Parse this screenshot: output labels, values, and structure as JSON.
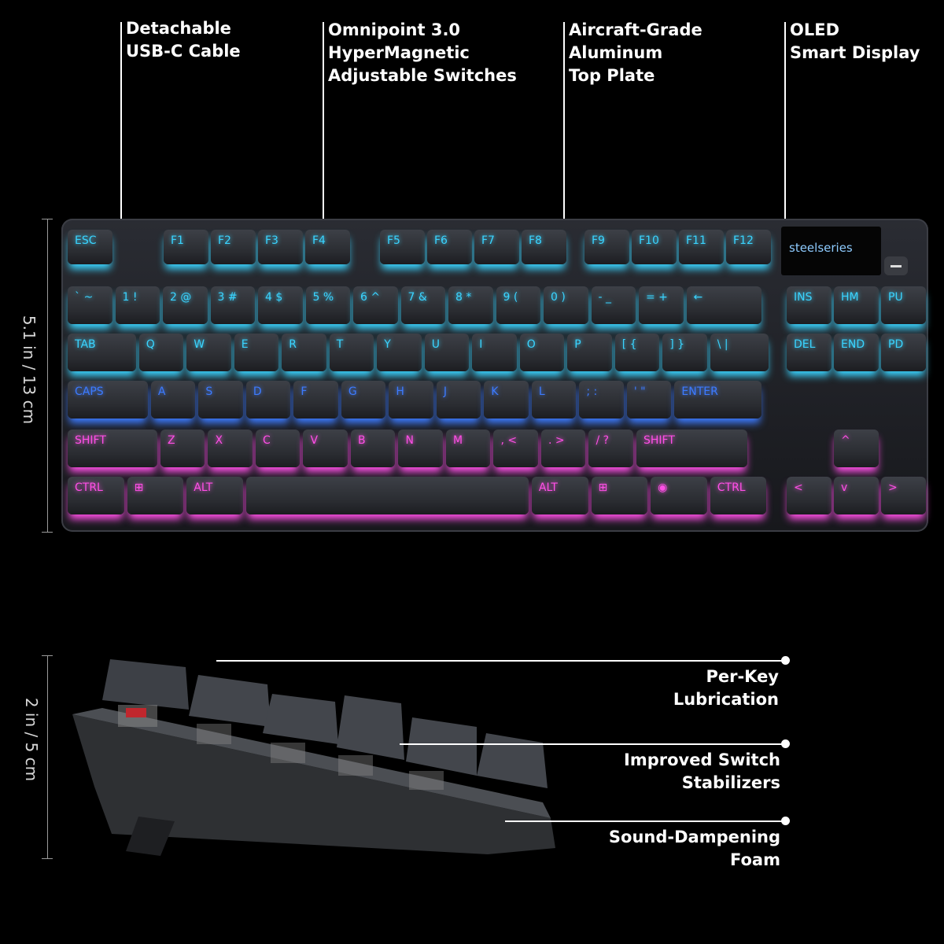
{
  "callouts_top": [
    {
      "lines": [
        "Detachable",
        "USB-C Cable"
      ]
    },
    {
      "lines": [
        "Omnipoint 3.0",
        "HyperMagnetic",
        "Adjustable Switches"
      ]
    },
    {
      "lines": [
        "Aircraft-Grade",
        "Aluminum",
        "Top Plate"
      ]
    },
    {
      "lines": [
        "OLED",
        "Smart Display"
      ]
    }
  ],
  "callouts_side": [
    {
      "lines": [
        "Per-Key",
        "Lubrication"
      ]
    },
    {
      "lines": [
        "Improved Switch",
        "Stabilizers"
      ]
    },
    {
      "lines": [
        "Sound-Dampening",
        "Foam"
      ]
    }
  ],
  "dimensions": {
    "width_label": "5.1 in / 13 cm",
    "height_label": "2 in / 5 cm"
  },
  "oled_text": "steelseries",
  "colors": {
    "cyan": "#3ad4ff",
    "magenta": "#ff4fe6",
    "blue": "#3d7bff"
  },
  "keyboard": {
    "rows": [
      [
        "ESC",
        "F1",
        "F2",
        "F3",
        "F4",
        "F5",
        "F6",
        "F7",
        "F8",
        "F9",
        "F10",
        "F11",
        "F12"
      ],
      [
        "` ~",
        "1 !",
        "2 @",
        "3 #",
        "4 $",
        "5 %",
        "6 ^",
        "7 &",
        "8 *",
        "9 (",
        "0 )",
        "- _",
        "= +",
        "←",
        "INS",
        "HM",
        "PU"
      ],
      [
        "TAB",
        "Q",
        "W",
        "E",
        "R",
        "T",
        "Y",
        "U",
        "I",
        "O",
        "P",
        "[ {",
        "] }",
        "\\ |",
        "DEL",
        "END",
        "PD"
      ],
      [
        "CAPS",
        "A",
        "S",
        "D",
        "F",
        "G",
        "H",
        "J",
        "K",
        "L",
        "; :",
        "' \"",
        "ENTER"
      ],
      [
        "SHIFT",
        "Z",
        "X",
        "C",
        "V",
        "B",
        "N",
        "M",
        ", <",
        ". >",
        "/ ?",
        "SHIFT",
        "^"
      ],
      [
        "CTRL",
        "⊞",
        "ALT",
        "",
        "ALT",
        "⊞",
        "◉",
        "CTRL",
        "<",
        "v",
        ">"
      ]
    ]
  }
}
